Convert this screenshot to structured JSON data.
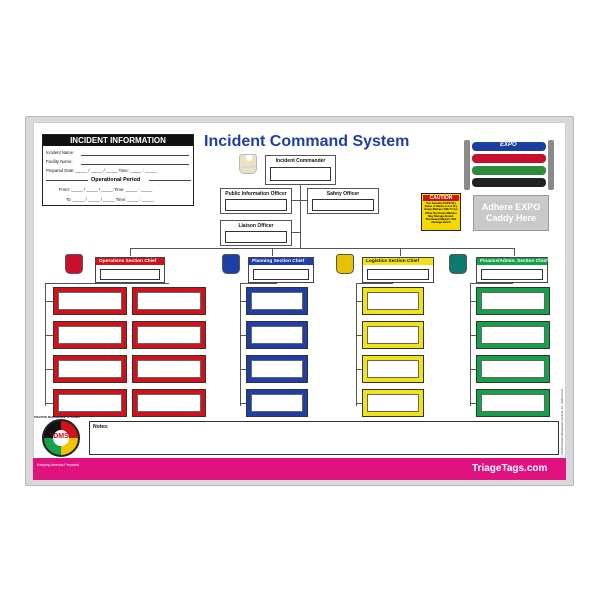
{
  "incident_info": {
    "heading": "INCIDENT INFORMATION",
    "rows": [
      {
        "label": "Incident Name:"
      },
      {
        "label": "Facility Name:"
      },
      {
        "label": "Prepared Date: _____ / _____ / _____ Time: _____ : _____"
      }
    ],
    "op_heading": "Operational Period",
    "from": "From: _____ / _____ / _____ Time: _____ : _____",
    "to": "To: _____ / _____ / _____ Time: _____ : _____"
  },
  "title": "Incident Command System",
  "command": {
    "incident_commander": "Incident Commander",
    "pio": "Public Information Officer",
    "safety": "Safety Officer",
    "liaison": "Liaison Officer"
  },
  "caution": {
    "heading": "CAUTION",
    "body": "Use Genuine EXPO Dry Erase or Marks-A-Lot Dry Erase Markers ONLY! Use Other Dry Erase Markers May Damage Board. Permanent Markers Will Damage Board"
  },
  "expo": {
    "brand": "EXPO",
    "caddy": "Adhere EXPO Caddy Here",
    "marker_colors": [
      "#1b3fa0",
      "#c8102e",
      "#2e8b3c",
      "#222222"
    ]
  },
  "sections": [
    {
      "title": "Operations Section Chief",
      "color": "#d0121b",
      "vest": "#c8102e",
      "columns": 2
    },
    {
      "title": "Planning Section Chief",
      "color": "#1f3fa6",
      "vest": "#1f3fa6",
      "columns": 1
    },
    {
      "title": "Logistics Section Chief",
      "color": "#f2e21a",
      "vest": "#e6c200",
      "columns": 1
    },
    {
      "title": "Finance/Admin. Section Chief",
      "color": "#14a14a",
      "vest": "#0c7a6e",
      "columns": 1
    }
  ],
  "notes_label": "Notes:",
  "logo": {
    "letters": "DMS",
    "ring": "DISASTER MANAGEMENT SYSTEMS",
    "tagline": "Keeping America Prepared"
  },
  "footer": {
    "url": "TriageTags.com",
    "copyright": "©2016 Disaster Management Systems, Inc. | DMS-05704"
  }
}
